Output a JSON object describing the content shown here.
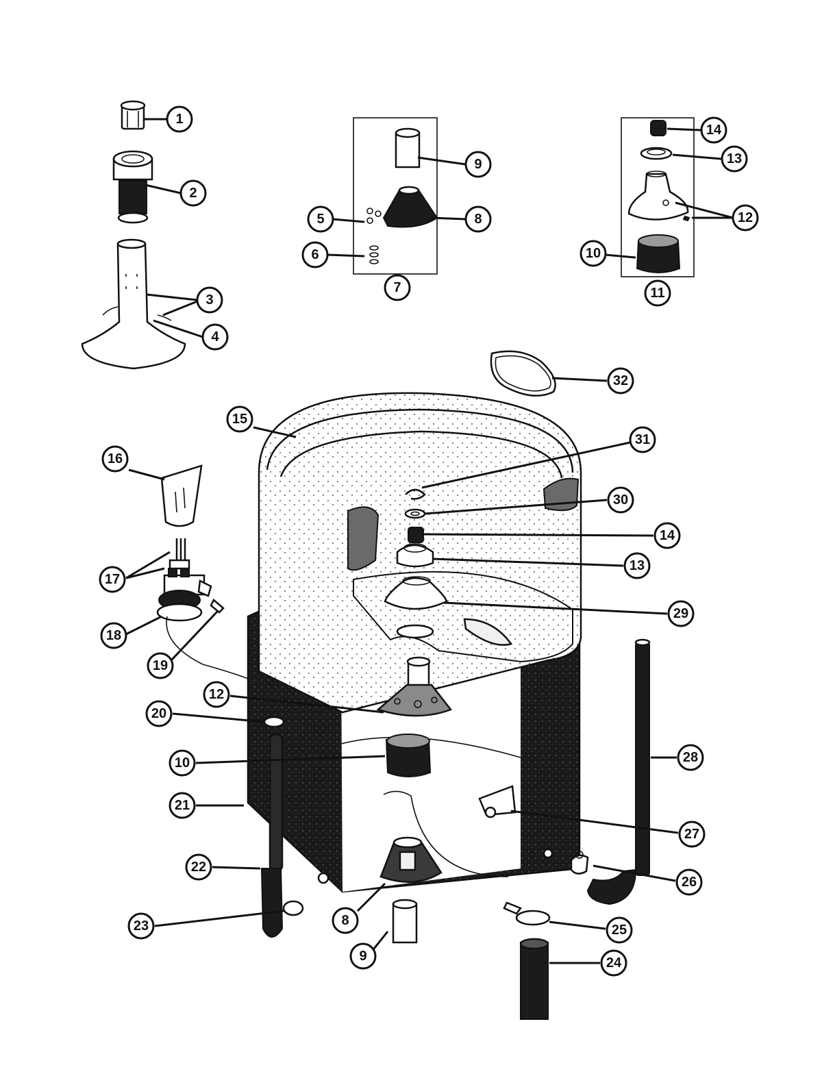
{
  "diagram": {
    "callouts": [
      {
        "id": "c1",
        "label": "1"
      },
      {
        "id": "c2",
        "label": "2"
      },
      {
        "id": "c3",
        "label": "3"
      },
      {
        "id": "c4",
        "label": "4"
      },
      {
        "id": "c5",
        "label": "5"
      },
      {
        "id": "c6",
        "label": "6"
      },
      {
        "id": "c7",
        "label": "7"
      },
      {
        "id": "c8a",
        "label": "8"
      },
      {
        "id": "c9a",
        "label": "9"
      },
      {
        "id": "c10a",
        "label": "10"
      },
      {
        "id": "c11",
        "label": "11"
      },
      {
        "id": "c12a",
        "label": "12"
      },
      {
        "id": "c13a",
        "label": "13"
      },
      {
        "id": "c14a",
        "label": "14"
      },
      {
        "id": "c32",
        "label": "32"
      },
      {
        "id": "c15",
        "label": "15"
      },
      {
        "id": "c31",
        "label": "31"
      },
      {
        "id": "c16",
        "label": "16"
      },
      {
        "id": "c30",
        "label": "30"
      },
      {
        "id": "c14b",
        "label": "14"
      },
      {
        "id": "c13b",
        "label": "13"
      },
      {
        "id": "c17",
        "label": "17"
      },
      {
        "id": "c29",
        "label": "29"
      },
      {
        "id": "c18",
        "label": "18"
      },
      {
        "id": "c19",
        "label": "19"
      },
      {
        "id": "c12b",
        "label": "12"
      },
      {
        "id": "c20",
        "label": "20"
      },
      {
        "id": "c28",
        "label": "28"
      },
      {
        "id": "c10b",
        "label": "10"
      },
      {
        "id": "c21",
        "label": "21"
      },
      {
        "id": "c27",
        "label": "27"
      },
      {
        "id": "c22",
        "label": "22"
      },
      {
        "id": "c26",
        "label": "26"
      },
      {
        "id": "c8b",
        "label": "8"
      },
      {
        "id": "c23",
        "label": "23"
      },
      {
        "id": "c25",
        "label": "25"
      },
      {
        "id": "c9b",
        "label": "9"
      },
      {
        "id": "c24",
        "label": "24"
      }
    ]
  }
}
